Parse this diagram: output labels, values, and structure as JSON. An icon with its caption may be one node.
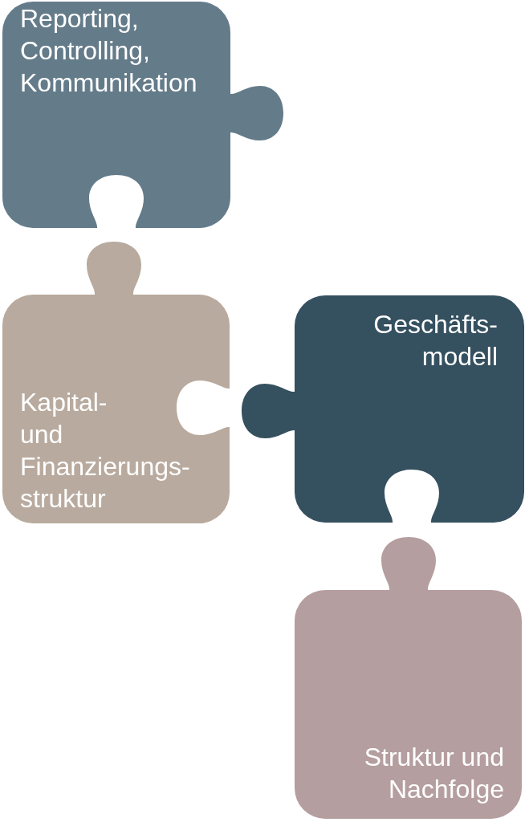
{
  "diagram": {
    "nodes": [
      {
        "text": [
          "Reporting, Controlling, Kommunikation"
        ]
      },
      {
        "text": [
          "Kapital- und Finanzierungs- struktur"
        ]
      },
      {
        "text": [
          "Geschäfts- modell"
        ]
      },
      {
        "text": [
          "Struktur und Nachfolge"
        ]
      }
    ]
  }
}
